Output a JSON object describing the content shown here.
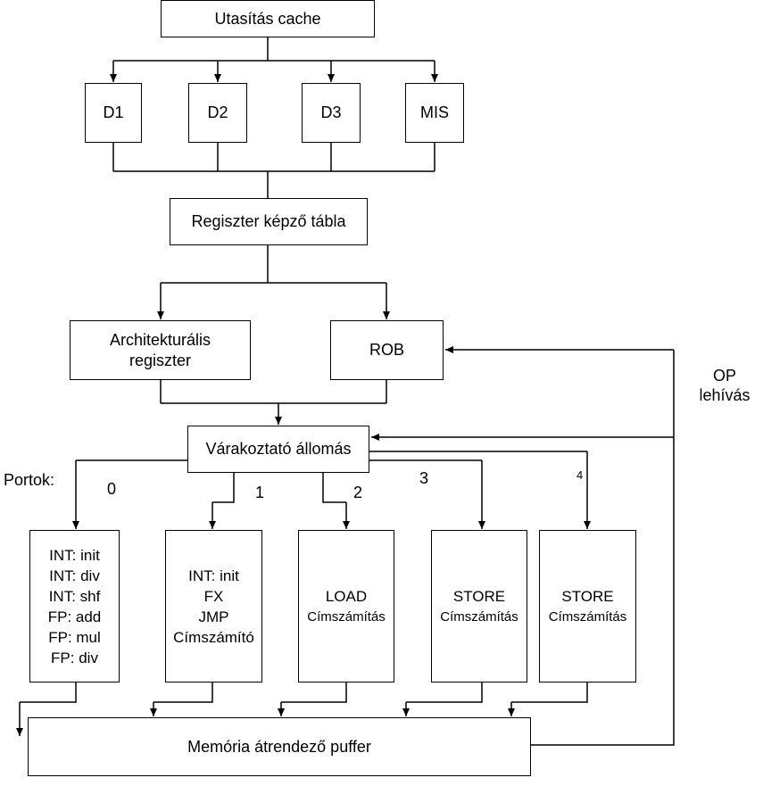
{
  "icache": "Utasítás cache",
  "decoders": [
    "D1",
    "D2",
    "D3",
    "MIS"
  ],
  "rat": "Regiszter képző tábla",
  "arch_reg": [
    "Architekturális",
    "regiszter"
  ],
  "rob": "ROB",
  "op_fetch": [
    "OP",
    "lehívás"
  ],
  "reservation_station": "Várakoztató állomás",
  "ports_label": "Portok:",
  "port_numbers": [
    "0",
    "1",
    "2",
    "3",
    "4"
  ],
  "units": {
    "port0": [
      "INT: init",
      "INT: div",
      "INT: shf",
      "FP: add",
      "FP: mul",
      "FP: div"
    ],
    "port1": [
      "INT: init",
      "FX",
      "JMP",
      "Címszámító"
    ],
    "port2": [
      "LOAD",
      "Címszámítás"
    ],
    "port3": [
      "STORE",
      "Címszámítás"
    ],
    "port4": [
      "STORE",
      "Címszámítás"
    ]
  },
  "mob": "Memória átrendező puffer"
}
